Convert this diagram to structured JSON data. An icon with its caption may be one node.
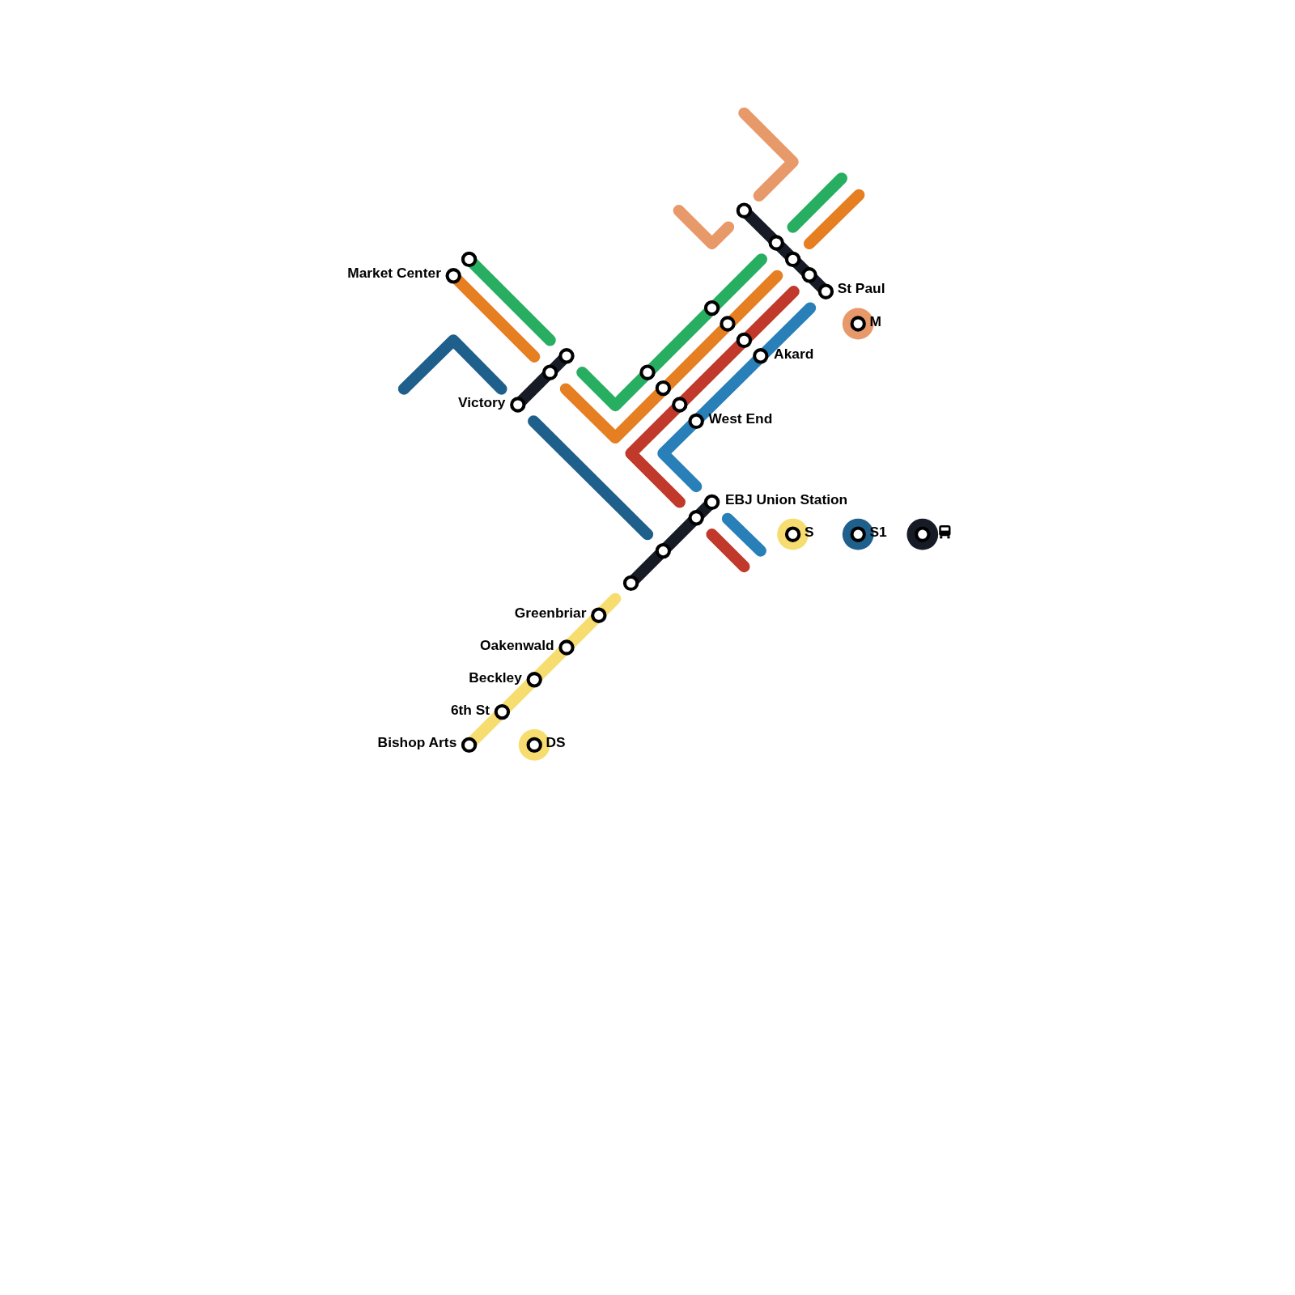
{
  "diagram": {
    "labels": [
      "Market Center",
      "St Paul",
      "Akard",
      "Victory",
      "West End",
      "EBJ Union Station",
      "Greenbriar",
      "Oakenwald",
      "Beckley",
      "6th St",
      "Bishop Arts"
    ],
    "legend": [
      {
        "text": "M",
        "color": "#e8996a"
      },
      {
        "text": "S",
        "color": "#f7dc6f"
      },
      {
        "text": "S1",
        "color": "#1f5f8b"
      },
      {
        "text": "DS",
        "color": "#f7dc6f"
      }
    ]
  }
}
